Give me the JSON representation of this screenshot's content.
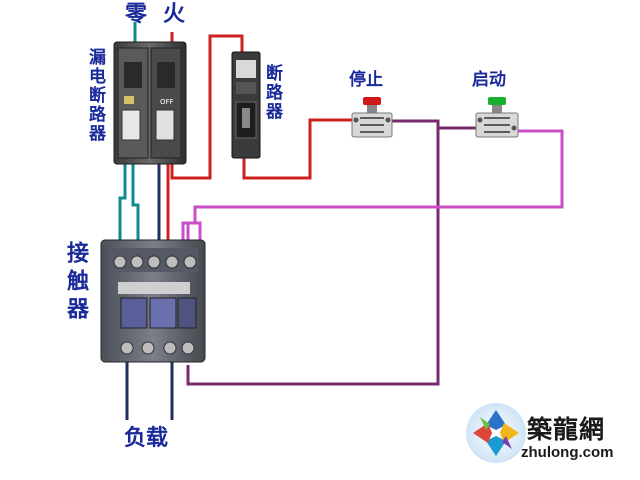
{
  "labels": {
    "neutral": "零",
    "live": "火",
    "leakage_breaker": "漏电断路器",
    "breaker": "断路器",
    "stop": "停止",
    "start": "启动",
    "contactor": "接触器",
    "load": "负载"
  },
  "logo": {
    "cn": "築龍網",
    "en": "zhulong.com"
  },
  "colors": {
    "label_text": "#1a2a9a",
    "wire_red": "#cc2222",
    "wire_teal": "#138a8a",
    "wire_purple": "#7a2a6e",
    "wire_magenta": "#c84fc8",
    "wire_navy": "#1f2f5e",
    "stop_button": "#d01818",
    "start_button": "#18b030"
  }
}
